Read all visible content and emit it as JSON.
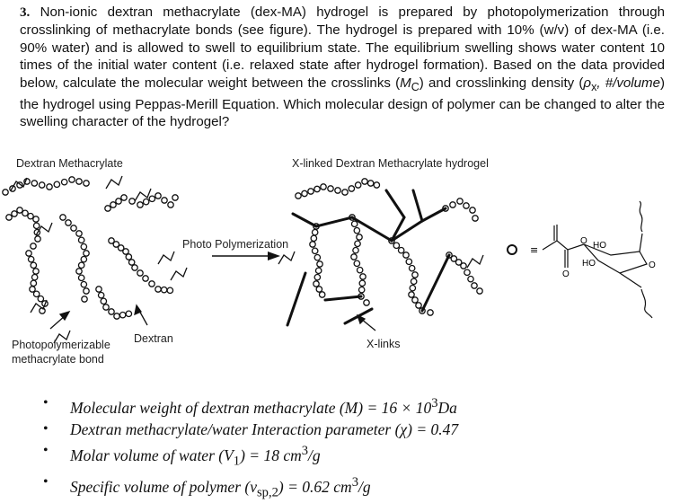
{
  "problem": {
    "number": "3.",
    "text_1": "Non-ionic dextran methacrylate (dex-MA) hydrogel is prepared by photopolymerization through crosslinking of methacrylate bonds (see figure). The hydrogel is prepared with 10% (w/v) of dex-MA (i.e. 90% water) and is allowed to swell to equilibrium state. The equilibrium swelling shows water content 10 times of the initial water content (i.e. relaxed state after hydrogel formation). Based on the data provided below, calculate the molecular weight between the crosslinks (",
    "mc_symbol": "M",
    "mc_sub": "C",
    "text_2": ") and crosslinking density (",
    "rho_symbol": "ρ",
    "rho_sub": "x",
    "rho_units": ", #/volume",
    "text_3": ") the hydrogel using Peppas-Merill Equation. Which molecular design of polymer can be changed to alter the swelling character of the hydrogel?"
  },
  "figure": {
    "label_dextran_methacrylate": "Dextran Methacrylate",
    "label_xlinked": "X-linked Dextran Methacrylate hydrogel",
    "label_photo": "Photo Polymerization",
    "label_photopolymerizable_1": "Photopolymerizable",
    "label_photopolymerizable_2": "methacrylate bond",
    "label_dextran": "Dextran",
    "label_xlinks": "X-links",
    "legend_circle": "O",
    "legend_equiv": "≡",
    "legend_ho_1": "HO",
    "legend_ho_2": "HO",
    "legend_o_1": "O",
    "legend_o_2": "O",
    "legend_o_3": "O"
  },
  "params": [
    {
      "label": "Molecular weight of dextran methacrylate (M) = 16 × 10",
      "sup": "3",
      "unit": "Da"
    },
    {
      "label": "Dextran methacrylate/water Interaction parameter  (χ) = 0.47"
    },
    {
      "label": "Molar volume of water (V",
      "sub": "1",
      "tail": ") = 18 cm",
      "sup": "3",
      "unit": "/g"
    },
    {
      "label": "Specific volume of polymer (v",
      "sub": "sp,2",
      "tail": ") = 0.62 cm",
      "sup": "3",
      "unit": "/g"
    }
  ]
}
